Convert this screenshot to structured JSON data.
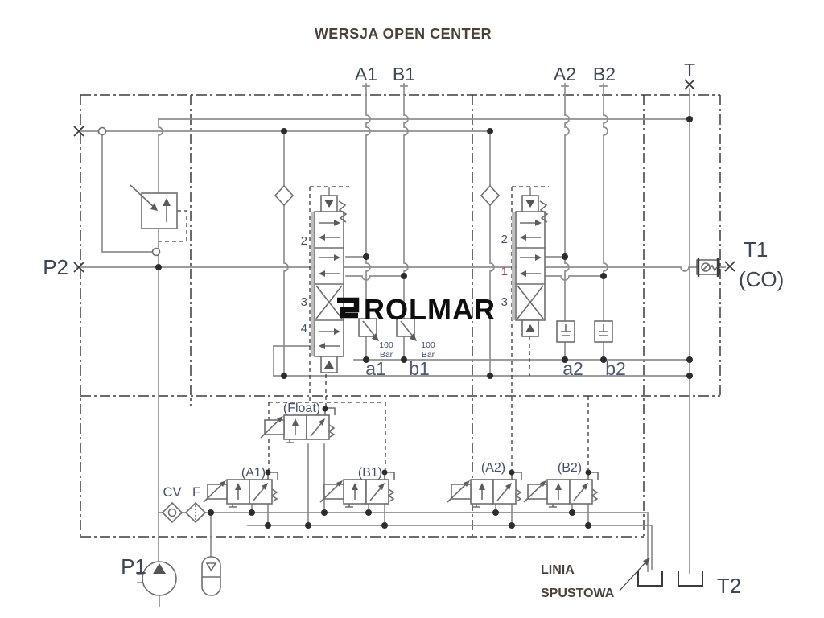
{
  "title": "WERSJA OPEN CENTER",
  "brand": {
    "logo_text": "ROLMAR"
  },
  "top_ports": {
    "a1": "A1",
    "b1": "B1",
    "a2": "A2",
    "b2": "B2",
    "t": "T"
  },
  "side_ports": {
    "p2": "P2",
    "t1": "T1",
    "t1_sub": "(CO)",
    "p1": "P1",
    "t2": "T2"
  },
  "pilot_ports": {
    "a1": "a1",
    "b1": "b1",
    "a2": "a2",
    "b2": "b2"
  },
  "valve1_positions": {
    "p2": "2",
    "p3": "3",
    "p4": "4"
  },
  "valve2_positions": {
    "p2": "2",
    "p1": "1",
    "p3": "3"
  },
  "relief_setting": {
    "value": "100",
    "unit": "Bar"
  },
  "solenoid_valves": {
    "float": "(Float)",
    "a1": "(A1)",
    "b1": "(B1)",
    "a2": "(A2)",
    "b2": "(B2)"
  },
  "inline_components": {
    "check_valve": "CV",
    "filter": "F"
  },
  "drain_line_label": {
    "line1": "LINIA",
    "line2": "SPUSTOWA"
  },
  "colors": {
    "line_gray": "#8f8f8f",
    "symbol_gray": "#6e6e6e",
    "border_dark": "#3b3b3b",
    "label_blue": "#3d4656",
    "label_light": "#4c5a74",
    "title_brown": "#4a423a",
    "logo_black": "#0e0e0e",
    "red_position": "#9a4a42",
    "background": "#ffffff"
  }
}
